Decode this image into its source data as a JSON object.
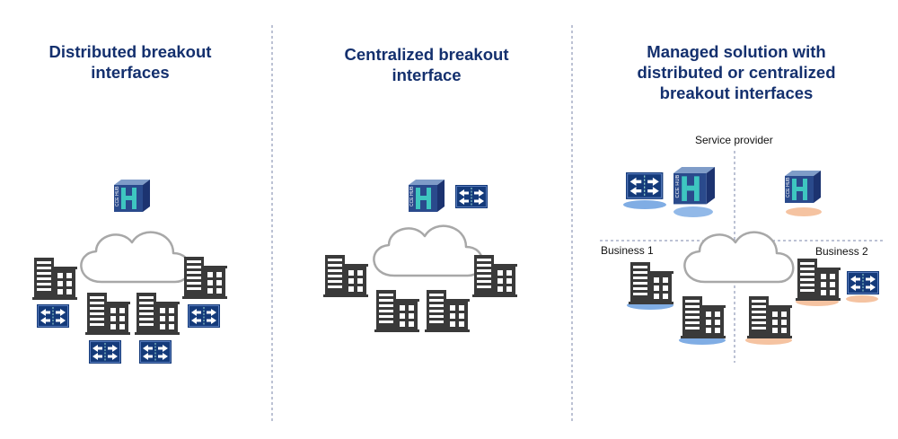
{
  "panels": [
    {
      "title_line1": "Distributed breakout",
      "title_line2": "interfaces"
    },
    {
      "title_line1": "Centralized breakout",
      "title_line2": "interface"
    },
    {
      "title_line1": "Managed solution with",
      "title_line2": "distributed or centralized",
      "title_line3": "breakout interfaces"
    }
  ],
  "labels": {
    "service_provider": "Service provider",
    "business_1": "Business 1",
    "business_2": "Business 2"
  },
  "hub_label": "CCE HUB",
  "colors": {
    "title": "#14306e",
    "building": "#3a3a3a",
    "switch_bg": "#143a7a",
    "hub_teal": "#3ec6c0",
    "hub_dark": "#1c3370",
    "shadow_blue": "#4a8ad8",
    "shadow_orange": "#f2b48a"
  }
}
